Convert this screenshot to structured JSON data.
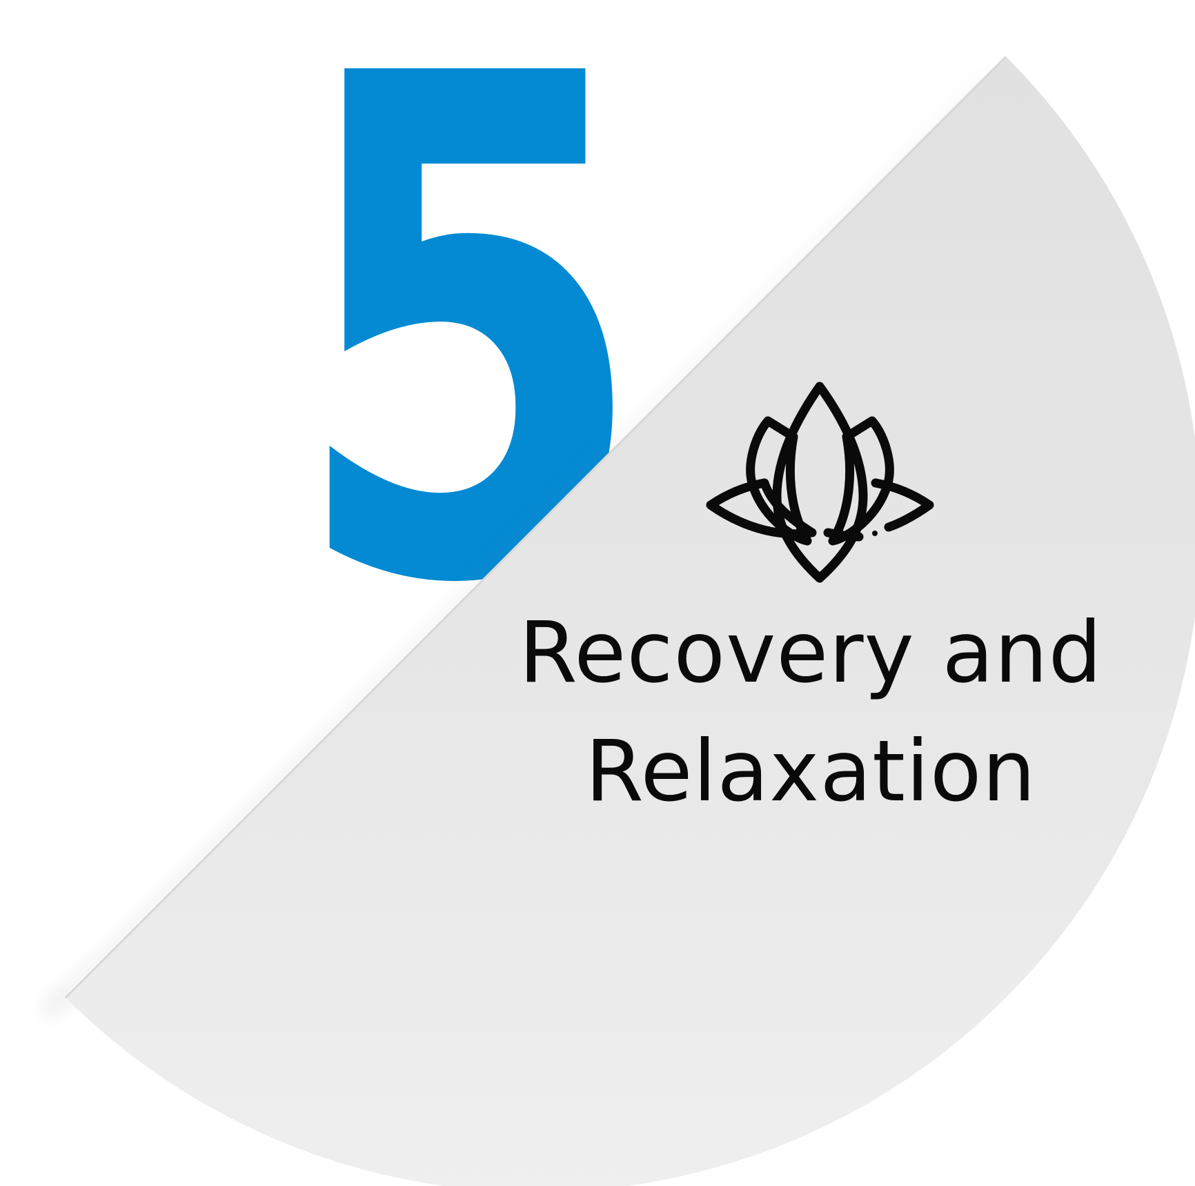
{
  "step": {
    "number": "5",
    "number_color": "#038AD3",
    "icon": "lotus-icon"
  },
  "title": {
    "line1": "Recovery and",
    "line2": "Relaxation"
  },
  "colors": {
    "background": "#FFFFFF",
    "panel": "#E9E9E9",
    "text": "#0A0A0A"
  }
}
